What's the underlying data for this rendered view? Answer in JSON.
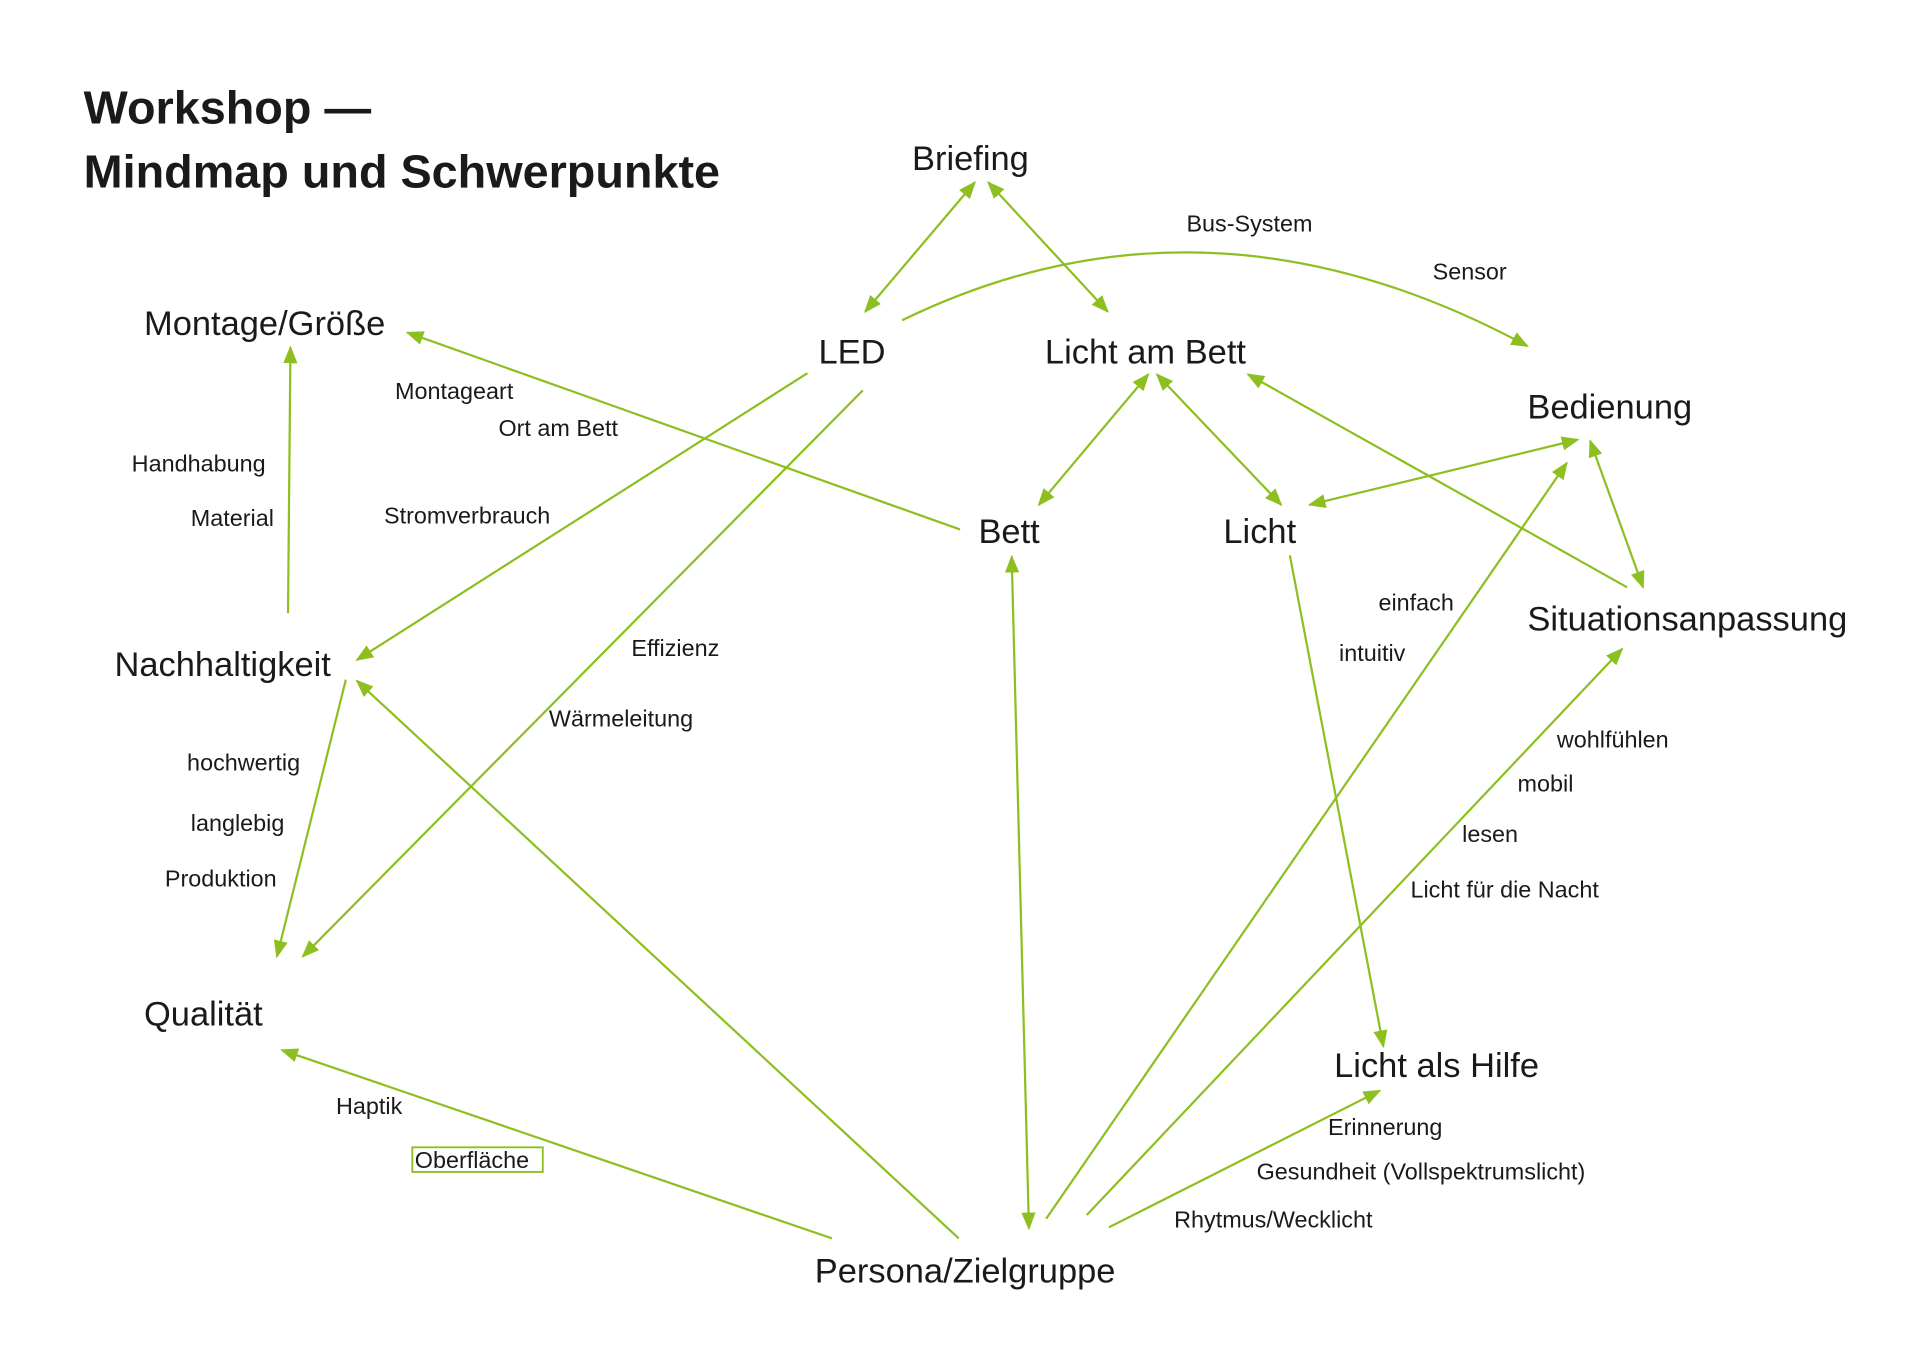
{
  "title": {
    "line1": "Workshop —",
    "line2": "Mindmap und Schwerpunkte"
  },
  "accent_color": "#8cbf1f",
  "nodes": {
    "briefing": "Briefing",
    "montage": "Montage/Größe",
    "led": "LED",
    "licht_am_bett": "Licht am Bett",
    "bedienung": "Bedienung",
    "bett": "Bett",
    "licht": "Licht",
    "situation": "Situationsanpassung",
    "nachhaltigkeit": "Nachhaltigkeit",
    "qualitaet": "Qualität",
    "licht_hilfe": "Licht als Hilfe",
    "persona": "Persona/Zielgruppe"
  },
  "labels": {
    "bus": "Bus-System",
    "sensor": "Sensor",
    "montageart": "Montageart",
    "ort": "Ort am Bett",
    "handhabung": "Handhabung",
    "material": "Material",
    "strom": "Stromverbrauch",
    "effizienz": "Effizienz",
    "waerme": "Wärmeleitung",
    "einfach": "einfach",
    "intuitiv": "intuitiv",
    "hochwertig": "hochwertig",
    "langlebig": "langlebig",
    "produktion": "Produktion",
    "wohlfuehlen": "wohlfühlen",
    "mobil": "mobil",
    "lesen": "lesen",
    "nacht": "Licht für die Nacht",
    "haptik": "Haptik",
    "oberflaeche": "Oberfläche",
    "erinnerung": "Erinnerung",
    "gesundheit": "Gesundheit (Vollspektrumslicht)",
    "rhytmus": "Rhytmus/Wecklicht"
  }
}
